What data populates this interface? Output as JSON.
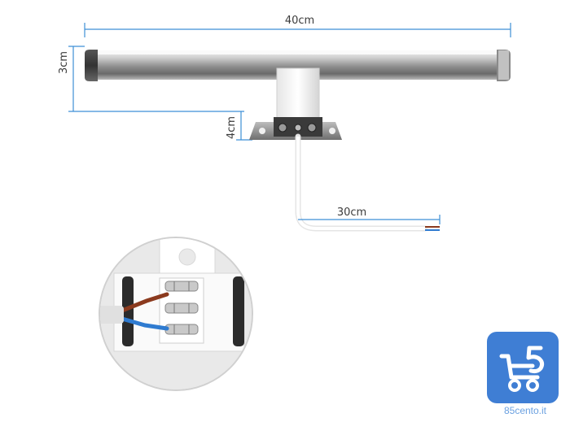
{
  "dimensions": {
    "width_label": "40cm",
    "height_label": "3cm",
    "bracket_label": "4cm",
    "cable_label": "30cm"
  },
  "watermark": {
    "site": "85cento.it"
  },
  "colors": {
    "dimension_line": "#3d8fd6",
    "logo_background": "#3f7ed4",
    "wire_brown": "#8b3a1e",
    "wire_blue": "#2f7bd0"
  }
}
